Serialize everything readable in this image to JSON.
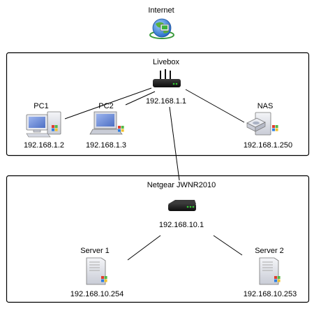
{
  "internet": {
    "label": "Internet",
    "icon": "internet-globe-icon"
  },
  "lan_primary": {
    "router": {
      "name": "Livebox",
      "ip": "192.168.1.1",
      "icon": "router-with-antennas-icon"
    },
    "devices": [
      {
        "name": "PC1",
        "ip": "192.168.1.2",
        "icon": "desktop-pc-icon"
      },
      {
        "name": "PC2",
        "ip": "192.168.1.3",
        "icon": "laptop-icon"
      },
      {
        "name": "NAS",
        "ip": "192.168.1.250",
        "icon": "nas-server-icon"
      }
    ]
  },
  "lan_secondary": {
    "router": {
      "name": "Netgear JWNR2010",
      "ip": "192.168.10.1",
      "icon": "router-icon"
    },
    "devices": [
      {
        "name": "Server 1",
        "ip": "192.168.10.254",
        "icon": "server-tower-icon"
      },
      {
        "name": "Server 2",
        "ip": "192.168.10.253",
        "icon": "server-tower-icon"
      }
    ]
  },
  "colors": {
    "background": "#ffffff",
    "line": "#000000",
    "box_border": "#000000",
    "router_body": "#1a1a1a",
    "router_led": "#33cc33",
    "pc_screen": "#6f8fd6",
    "server_body": "#e6e8ee",
    "globe_blue": "#2b78d8",
    "globe_green": "#59b13b",
    "windows_red": "#e23b2e",
    "windows_green": "#54b948",
    "windows_blue": "#2f7fe0",
    "windows_yellow": "#f2c230"
  }
}
